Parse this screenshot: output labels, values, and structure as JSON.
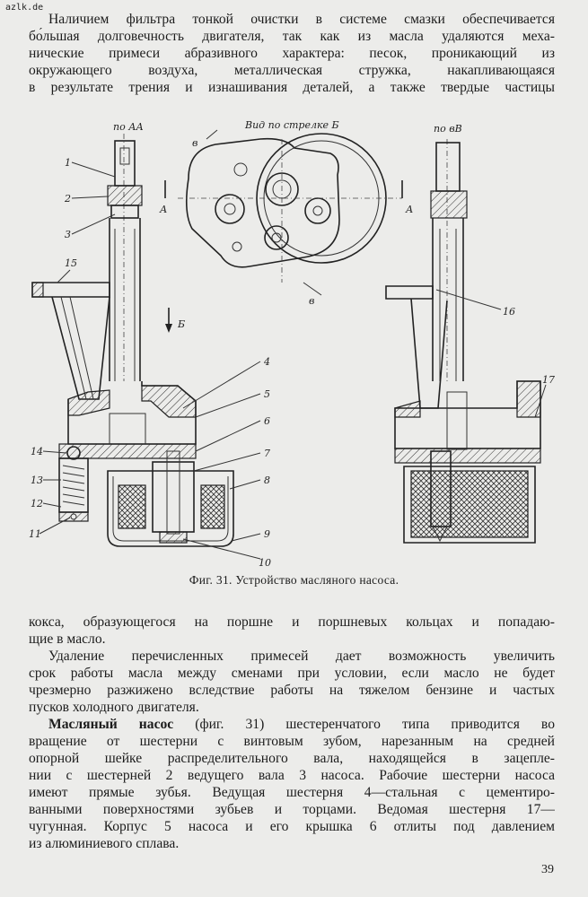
{
  "site_tag": "azlk.de",
  "top_paragraph": [
    "Наличием фильтра тонкой очистки в системе смазки обеспечивается",
    "бо́льшая долговечность двигателя, так как из масла удаляются меха-",
    "нические примеси абразивного характера: песок, проникающий из",
    "окружающего воздуха, металлическая стружка, накапливающаяся",
    "в результате трения и изнашивания деталей, а также твердые частицы"
  ],
  "figure": {
    "caption": "Фиг. 31. Устройство масляного насоса.",
    "view_labels": {
      "section_aa": "по АА",
      "view_arrow_b": "Вид по стрелке Б",
      "section_vv": "по вВ"
    },
    "section_marks": {
      "a_left": "А",
      "a_right": "А",
      "v_top": "в",
      "v_bottom": "в",
      "arrow_b": "Б"
    },
    "callouts": [
      "1",
      "2",
      "3",
      "15",
      "4",
      "5",
      "6",
      "7",
      "8",
      "9",
      "10",
      "14",
      "13",
      "12",
      "11",
      "16",
      "17"
    ]
  },
  "body_paragraphs": [
    {
      "lines": [
        "кокса, образующегося на поршне и поршневых кольцах и попадаю-",
        "щие в масло."
      ]
    },
    {
      "lines": [
        "Удаление перечисленных примесей дает возможность увеличить",
        "срок работы масла между сменами при условии, если масло не будет",
        "чрезмерно разжижено вследствие работы на тяжелом бензине и частых",
        "пусков холодного двигателя."
      ]
    },
    {
      "lead_bold": "Масляный насос",
      "first_line_rest": " (фиг. 31) шестеренчатого типа приводится во",
      "lines": [
        "вращение от шестерни с винтовым зубом, нарезанным на средней",
        "опорной шейке распределительного вала, находящейся в зацепле-",
        "нии с шестерней 2 ведущего вала 3 насоса. Рабочие шестерни насоса",
        "имеют прямые зубья. Ведущая шестерня 4—стальная с цементиро-",
        "ванными поверхностями зубьев и торцами. Ведомая шестерня 17—",
        "чугунная. Корпус 5 насоса и его крышка 6 отлиты под давлением",
        "из алюминиевого сплава."
      ]
    }
  ],
  "page_number": "39"
}
